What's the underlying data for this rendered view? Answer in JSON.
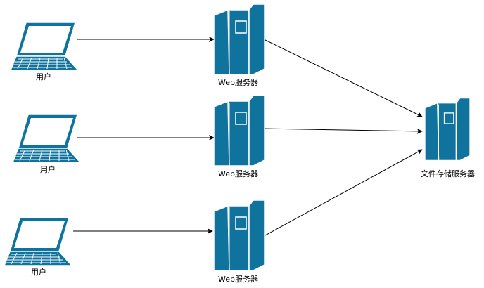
{
  "colors": {
    "fill": "#10739e",
    "dark": "#0b5979",
    "stroke": "#ffffff",
    "line": "#000000"
  },
  "users": [
    {
      "label": "用户",
      "icon": "laptop-icon"
    },
    {
      "label": "用户",
      "icon": "laptop-icon"
    },
    {
      "label": "用户",
      "icon": "laptop-icon"
    }
  ],
  "web_servers": [
    {
      "label": "Web服务器",
      "icon": "server-tower-icon"
    },
    {
      "label": "Web服务器",
      "icon": "server-tower-icon"
    },
    {
      "label": "Web服务器",
      "icon": "server-tower-icon"
    }
  ],
  "storage_server": {
    "label": "文件存储服务器",
    "icon": "server-tower-icon"
  },
  "connections": [
    {
      "from": "user-1",
      "to": "web-server-1"
    },
    {
      "from": "user-2",
      "to": "web-server-2"
    },
    {
      "from": "user-3",
      "to": "web-server-3"
    },
    {
      "from": "web-server-1",
      "to": "storage-server"
    },
    {
      "from": "web-server-2",
      "to": "storage-server"
    },
    {
      "from": "web-server-3",
      "to": "storage-server"
    }
  ]
}
